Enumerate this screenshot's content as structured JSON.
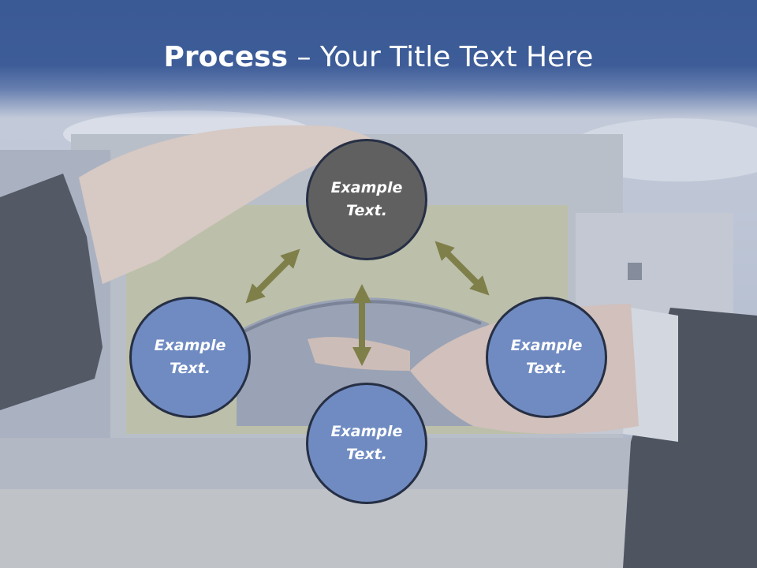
{
  "slide": {
    "title_bold": "Process",
    "title_rest": " – Your Title Text Here"
  },
  "nodes": {
    "top": "Example Text.",
    "left": "Example Text.",
    "right": "Example Text.",
    "bottom": "Example Text."
  },
  "colors": {
    "title_bar": "#3d5c98",
    "node_dark": "#606060",
    "node_blue": "#6f8bc2",
    "node_border": "#262f44",
    "arrow": "#7f7f4a"
  }
}
